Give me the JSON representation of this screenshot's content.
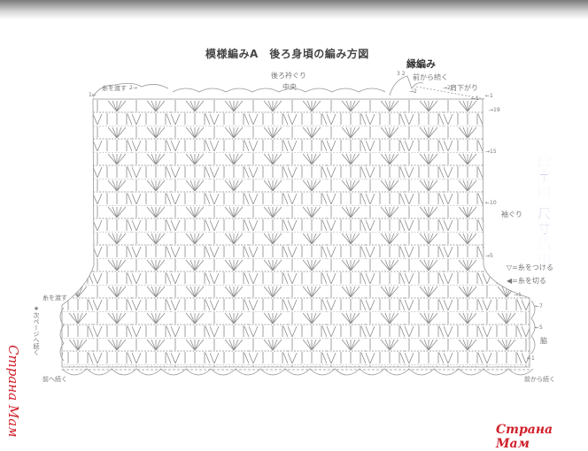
{
  "title": "模様編みA　後ろ身頃の編み方図",
  "edge_label": "縁編み",
  "labels": {
    "back_neckline": "後ろ衿ぐり",
    "center": "中央",
    "continue_from_front_top": "前から続く",
    "shoulder_slope": "肩下がり",
    "carry_yarn_top": "糸を渡す",
    "carry_yarn_left": "糸を渡す",
    "armhole": "袖ぐり",
    "attach_yarn": "▽=糸をつける",
    "cut_yarn": "◀=糸を切る",
    "side": "脇",
    "continue_to_front": "前へ続く",
    "continue_from_front_bottom": "前から続く",
    "next_page": "★次ページへ続く",
    "edge_rows": "3 2"
  },
  "row_markers": {
    "top_right_1": "←1",
    "top_right_19": "→19",
    "r15": "→15",
    "r10": "←10",
    "r5": "→5",
    "r1_armhole": "→1",
    "side_7": "←7",
    "side_5": "←5",
    "side_1": "←1",
    "shoulder_2a": "→2",
    "shoulder_2b": "→2",
    "shoulder_1": "←1",
    "left_2": "2→",
    "left_1": "1←"
  },
  "watermarks": {
    "red_vertical": "Страна Мам",
    "red_bottom": "Страна Мам",
    "blue_vertical": "淘宝网 尺寸适用"
  },
  "colors": {
    "line": "#8a8a8a",
    "watermark_red": "#d0202a",
    "watermark_blue": "#3a37a8"
  }
}
